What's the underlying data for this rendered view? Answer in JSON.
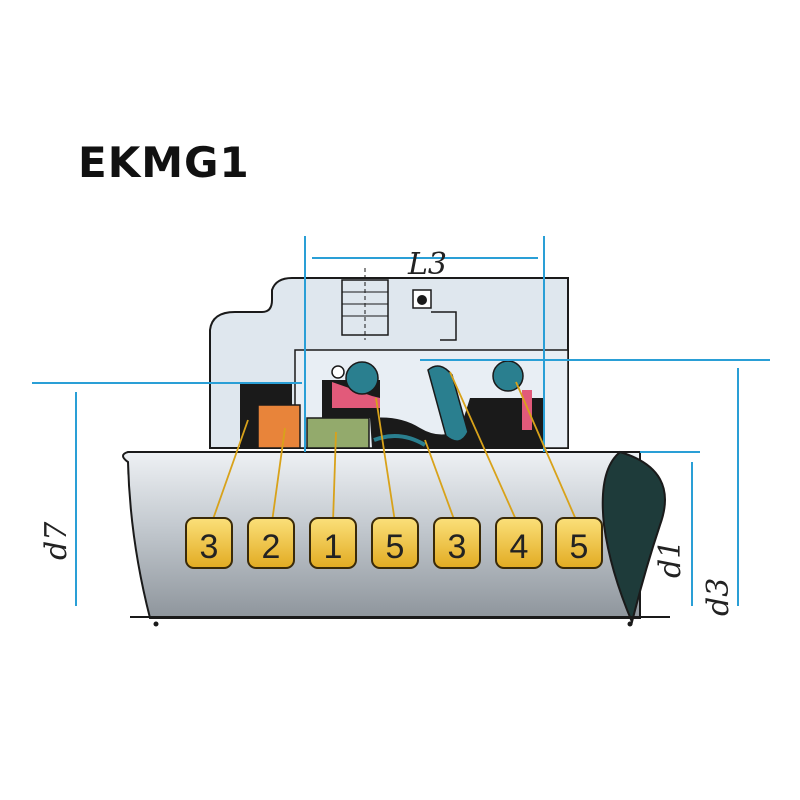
{
  "title": "EKMG1",
  "dimensions": {
    "l3": "L3",
    "d7": "d7",
    "d1": "d1",
    "d3": "d3"
  },
  "callouts": [
    "3",
    "2",
    "1",
    "5",
    "3",
    "4",
    "5"
  ],
  "colors": {
    "body": "#dfe7ee",
    "outline": "#1a1a1a",
    "dimension_line": "#2a9fd6",
    "leader": "#d8a21a",
    "callout_fill": "#f0c040",
    "spring_ring": "#2a7f8f",
    "face_orange": "#e8843a",
    "face_green": "#93aa6c",
    "shaft": "#c9d0d6"
  }
}
